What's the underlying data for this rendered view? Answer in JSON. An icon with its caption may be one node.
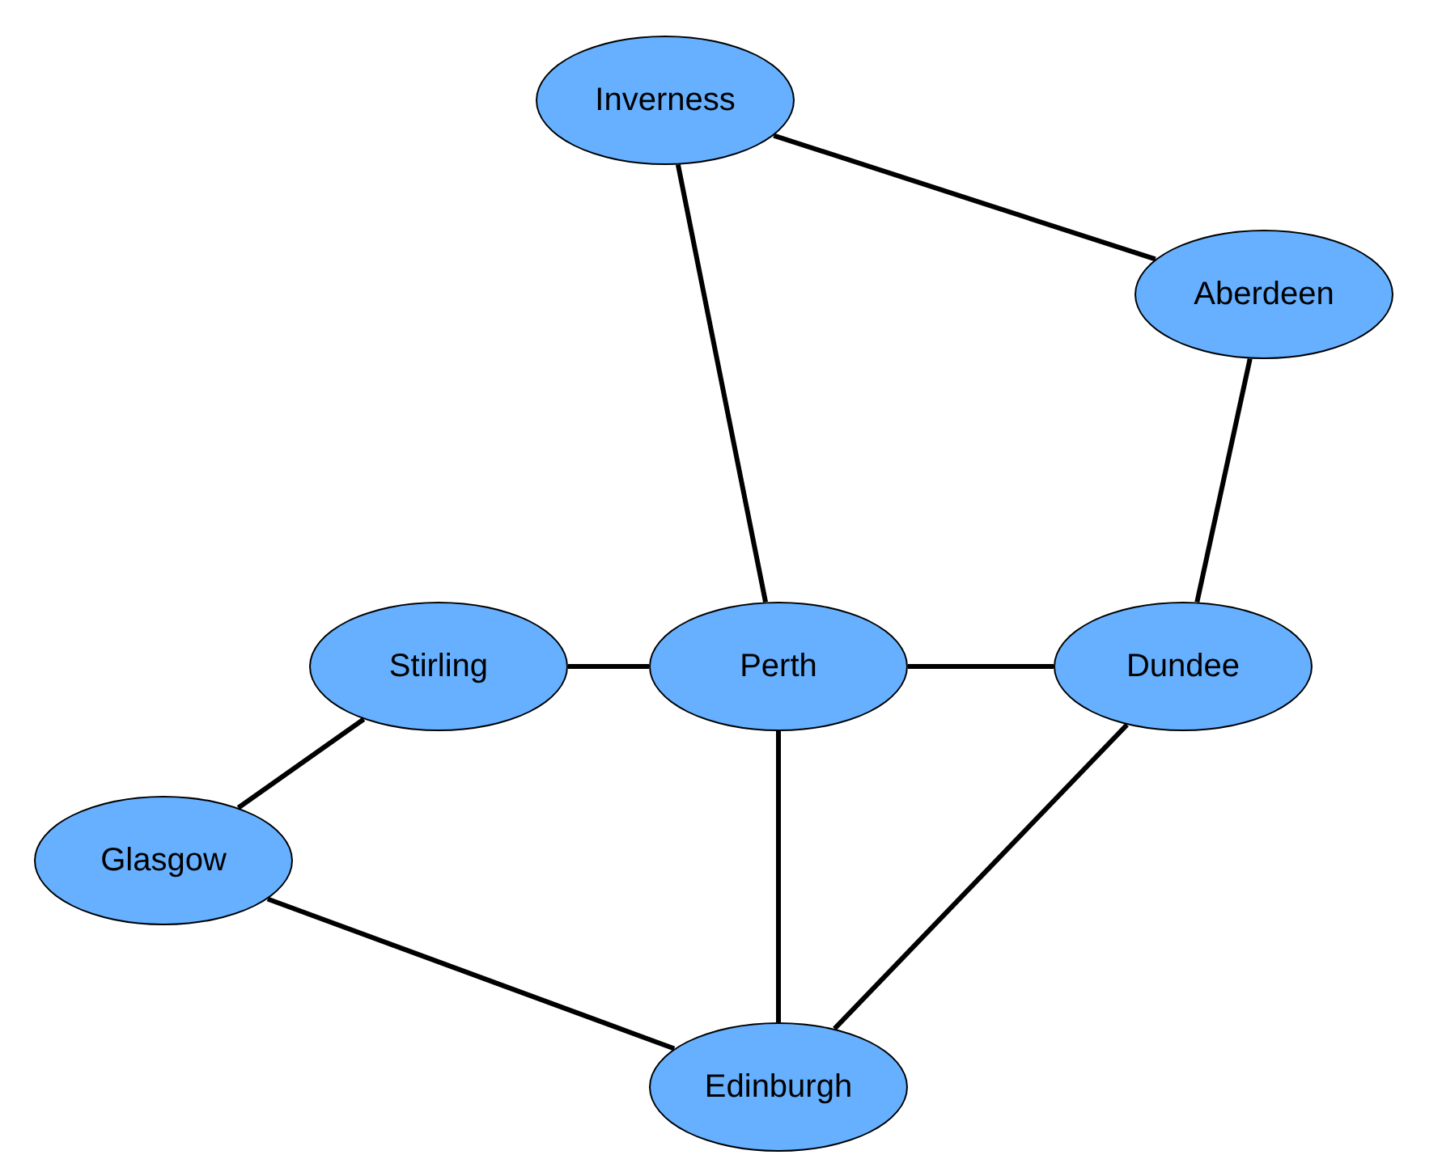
{
  "diagram": {
    "nodes": [
      {
        "text": [
          "Inverness"
        ]
      },
      {
        "text": [
          "Aberdeen"
        ]
      },
      {
        "text": [
          "Stirling"
        ]
      },
      {
        "text": [
          "Perth"
        ]
      },
      {
        "text": [
          "Dundee"
        ]
      },
      {
        "text": [
          "Glasgow"
        ]
      },
      {
        "text": [
          "Edinburgh"
        ]
      }
    ],
    "edges": [
      {
        "from": 0,
        "to": 1,
        "arrow": "none"
      },
      {
        "from": 0,
        "to": 3,
        "arrow": "none"
      },
      {
        "from": 1,
        "to": 4,
        "arrow": "none"
      },
      {
        "from": 2,
        "to": 3,
        "arrow": "none"
      },
      {
        "from": 3,
        "to": 4,
        "arrow": "none"
      },
      {
        "from": 2,
        "to": 5,
        "arrow": "none"
      },
      {
        "from": 3,
        "to": 6,
        "arrow": "none"
      },
      {
        "from": 4,
        "to": 6,
        "arrow": "none"
      },
      {
        "from": 5,
        "to": 6,
        "arrow": "none"
      }
    ]
  }
}
